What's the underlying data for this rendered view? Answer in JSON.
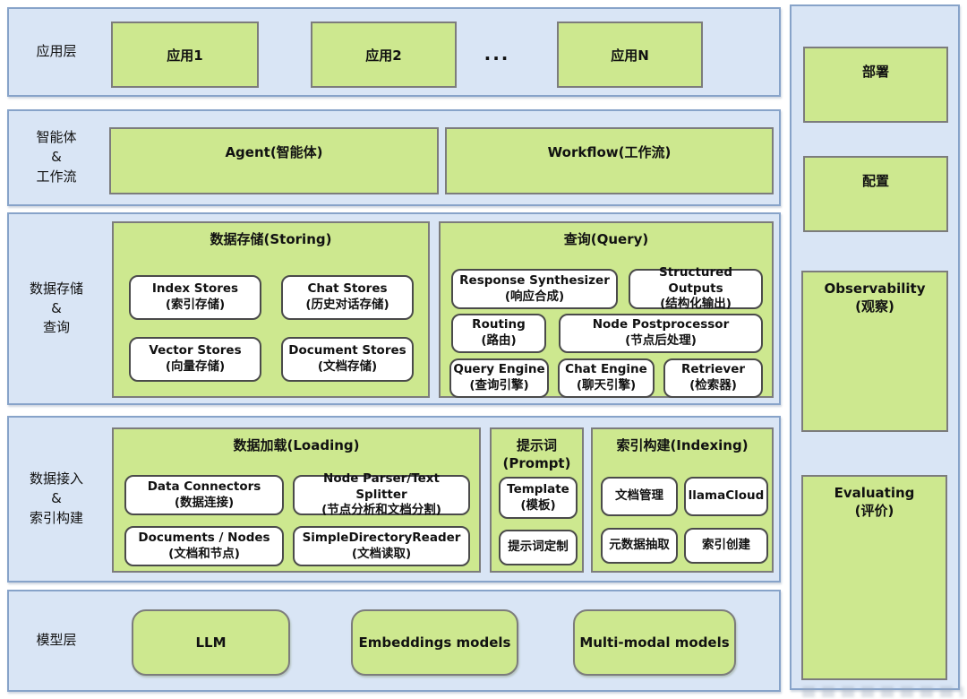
{
  "layers": {
    "app": {
      "label": "应用层",
      "boxes": [
        "应用1",
        "应用2",
        "应用N"
      ],
      "ellipsis": "..."
    },
    "agent": {
      "label_lines": [
        "智能体",
        "&",
        "工作流"
      ],
      "agent_box": "Agent(智能体)",
      "workflow_box": "Workflow(工作流)"
    },
    "storage": {
      "label_lines": [
        "数据存储",
        "&",
        "查询"
      ],
      "storing": {
        "title": "数据存储(Storing)",
        "items": [
          {
            "en": "Index Stores",
            "zh": "(索引存储)"
          },
          {
            "en": "Chat Stores",
            "zh": "(历史对话存储)"
          },
          {
            "en": "Vector Stores",
            "zh": "(向量存储)"
          },
          {
            "en": "Document Stores",
            "zh": "(文档存储)"
          }
        ]
      },
      "query": {
        "title": "查询(Query)",
        "items": [
          {
            "en": "Response Synthesizer",
            "zh": "(响应合成)"
          },
          {
            "en": "Structured Outputs",
            "zh": "(结构化输出)"
          },
          {
            "en": "Routing",
            "zh": "(路由)"
          },
          {
            "en": "Node Postprocessor",
            "zh": "(节点后处理)"
          },
          {
            "en": "Query Engine",
            "zh": "(查询引擎)"
          },
          {
            "en": "Chat Engine",
            "zh": "(聊天引擎)"
          },
          {
            "en": "Retriever",
            "zh": "(检索器)"
          }
        ]
      }
    },
    "ingest": {
      "label_lines": [
        "数据接入",
        "&",
        "索引构建"
      ],
      "loading": {
        "title": "数据加载(Loading)",
        "items": [
          {
            "en": "Data Connectors",
            "zh": "(数据连接)"
          },
          {
            "en": "Node Parser/Text Splitter",
            "zh": "(节点分析和文档分割)"
          },
          {
            "en": "Documents / Nodes",
            "zh": "(文档和节点)"
          },
          {
            "en": "SimpleDirectoryReader",
            "zh": "(文档读取)"
          }
        ]
      },
      "prompt": {
        "title_lines": [
          "提示词",
          "(Prompt)"
        ],
        "items": [
          {
            "en": "Template",
            "zh": "(模板)"
          },
          {
            "zh": "提示词定制"
          }
        ]
      },
      "indexing": {
        "title": "索引构建(Indexing)",
        "items": [
          "文档管理",
          "llamaCloud",
          "元数据抽取",
          "索引创建"
        ]
      }
    },
    "model": {
      "label": "模型层",
      "boxes": [
        "LLM",
        "Embeddings models",
        "Multi-modal models"
      ]
    }
  },
  "sidebar": {
    "deploy": "部署",
    "config": "配置",
    "observability_lines": [
      "Observability",
      "(观察)"
    ],
    "evaluating_lines": [
      "Evaluating",
      "(评价)"
    ]
  },
  "colors": {
    "band_fill": "#d9e5f5",
    "band_border": "#87a3c9",
    "green_fill": "#cde88f",
    "green_border": "#7c7c7c",
    "white_box_border": "#4a4a4a",
    "text": "#111111"
  }
}
